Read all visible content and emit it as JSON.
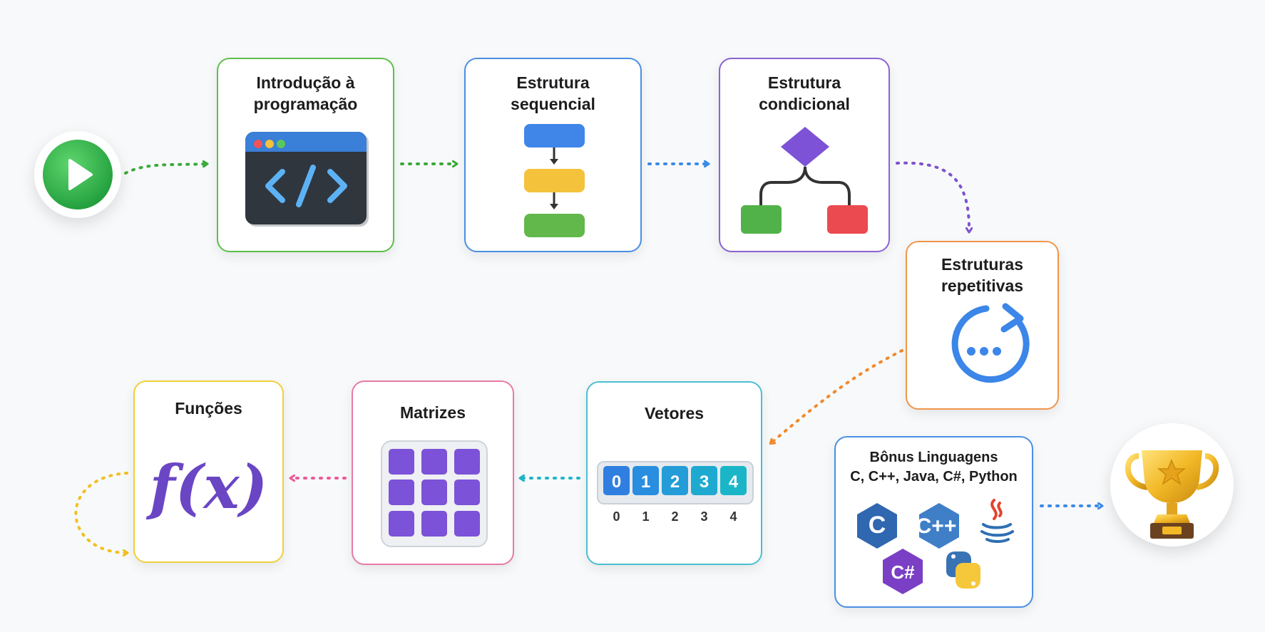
{
  "start": {
    "icon": "play-icon",
    "color": "#2fb24c"
  },
  "finish": {
    "icon": "trophy-icon",
    "color": "#f2b826"
  },
  "steps": [
    {
      "title": "Introdução à\nprogramação",
      "color": "#5cbf4a",
      "icon": "code-window-icon"
    },
    {
      "title": "Estrutura\nsequencial",
      "color": "#4a8fe3",
      "icon": "sequence-flowchart-icon"
    },
    {
      "title": "Estrutura\ncondicional",
      "color": "#8a63d2",
      "icon": "decision-flowchart-icon"
    },
    {
      "title": "Estruturas\nrepetitivas",
      "color": "#f0964a",
      "icon": "loop-icon"
    },
    {
      "title": "Vetores",
      "color": "#4bbfd0",
      "icon": "array-icon"
    },
    {
      "title": "Matrizes",
      "color": "#e87aa8",
      "icon": "grid-icon"
    },
    {
      "title": "Funções",
      "color": "#f0cf3c",
      "icon": "function-icon"
    }
  ],
  "vector": {
    "values": [
      "0",
      "1",
      "2",
      "3",
      "4"
    ],
    "indices": [
      "0",
      "1",
      "2",
      "3",
      "4"
    ]
  },
  "function_label": "f(x)",
  "bonus": {
    "title": "Bônus Linguagens\nC, C++, Java, C#, Python",
    "color": "#4a8fe3",
    "languages": [
      {
        "icon": "c-language-icon",
        "label": "C"
      },
      {
        "icon": "cpp-language-icon",
        "label": "C++"
      },
      {
        "icon": "java-language-icon",
        "label": ""
      },
      {
        "icon": "csharp-language-icon",
        "label": "C#"
      },
      {
        "icon": "python-language-icon",
        "label": ""
      }
    ]
  }
}
